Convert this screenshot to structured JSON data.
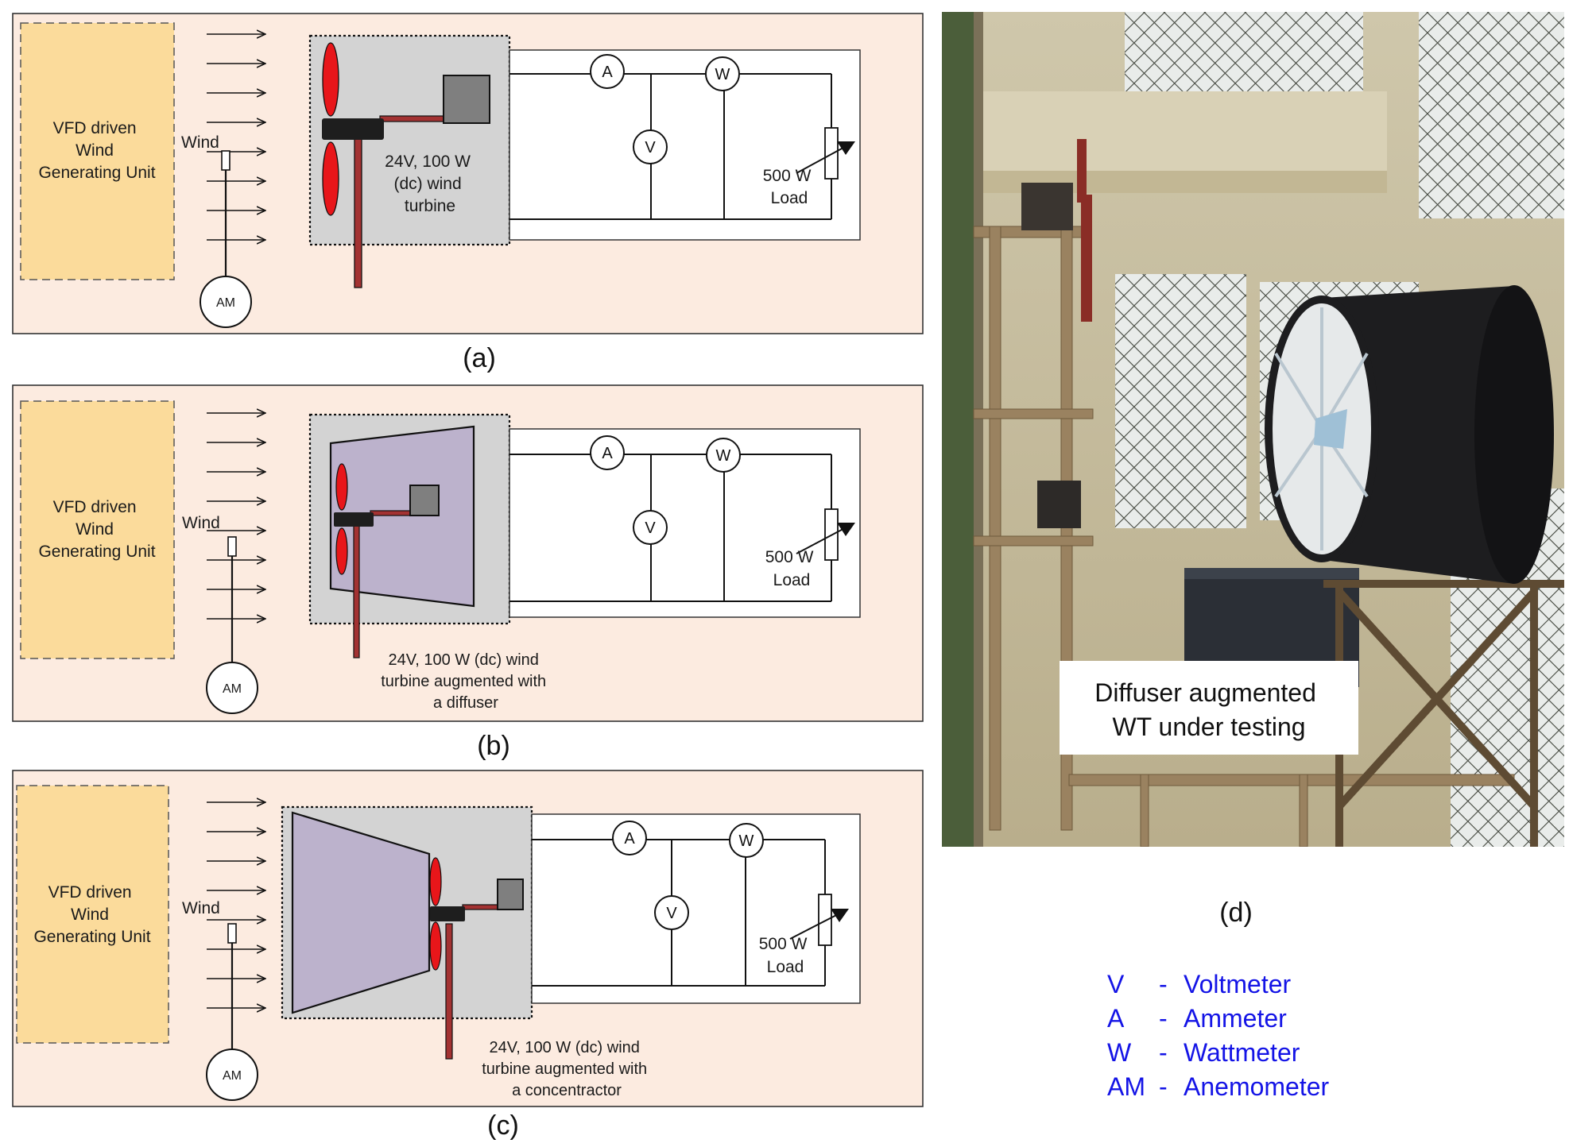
{
  "colors": {
    "panel_bg": "#fcebe0",
    "unit_fill": "#fbdb9b",
    "turbine_box": "#d3d3d3",
    "diffuser_fill": "#bcb2cc",
    "blade": "#e8161a",
    "tower": "#a33232",
    "nacelle": "#1e1e1e",
    "generator": "#7f7f7f",
    "legend_blue": "#1414e6",
    "photo_wall": "#d8d0b8",
    "photo_diffuser": "#1d1d1f"
  },
  "panels": [
    {
      "id": "a",
      "caption": "(a)",
      "unit_lines": [
        "VFD driven",
        "Wind",
        "Generating Unit"
      ],
      "wind_label": "Wind",
      "anemometer_label": "AM",
      "turbine_lines": [
        "24V, 100 W",
        "(dc) wind",
        "turbine"
      ],
      "meters": {
        "ammeter": "A",
        "voltmeter": "V",
        "wattmeter": "W"
      },
      "load_lines": [
        "500 W",
        "Load"
      ]
    },
    {
      "id": "b",
      "caption": "(b)",
      "unit_lines": [
        "VFD driven",
        "Wind",
        "Generating Unit"
      ],
      "wind_label": "Wind",
      "anemometer_label": "AM",
      "turbine_lines": [
        "24V, 100 W (dc) wind",
        "turbine augmented with",
        "a diffuser"
      ],
      "meters": {
        "ammeter": "A",
        "voltmeter": "V",
        "wattmeter": "W"
      },
      "load_lines": [
        "500 W",
        "Load"
      ]
    },
    {
      "id": "c",
      "caption": "(c)",
      "unit_lines": [
        "VFD driven",
        "Wind",
        "Generating Unit"
      ],
      "wind_label": "Wind",
      "anemometer_label": "AM",
      "turbine_lines": [
        "24V, 100 W (dc) wind",
        "turbine augmented with",
        "a concentractor"
      ],
      "meters": {
        "ammeter": "A",
        "voltmeter": "V",
        "wattmeter": "W"
      },
      "load_lines": [
        "500 W",
        "Load"
      ]
    }
  ],
  "photo": {
    "caption": "(d)",
    "overlay_lines": [
      "Diffuser augmented",
      "WT under testing"
    ]
  },
  "legend": [
    {
      "key": "V",
      "sep": "-",
      "value": "Voltmeter"
    },
    {
      "key": "A",
      "sep": "-",
      "value": "Ammeter"
    },
    {
      "key": "W",
      "sep": "-",
      "value": "Wattmeter"
    },
    {
      "key": "AM",
      "sep": "-",
      "value": "Anemometer"
    }
  ]
}
